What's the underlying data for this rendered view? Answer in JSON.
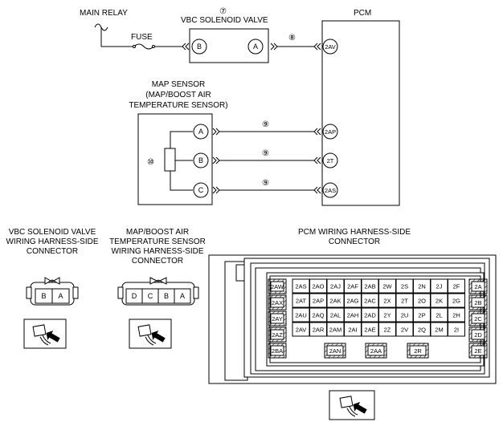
{
  "labels": {
    "main_relay": "MAIN RELAY",
    "fuse": "FUSE",
    "vbc_valve_title": "VBC SOLENOID VALVE",
    "pcm": "PCM",
    "map_sensor_line1": "MAP SENSOR",
    "map_sensor_line2": "(MAP/BOOST AIR",
    "map_sensor_line3": "TEMPERATURE SENSOR)",
    "vbc_conn_line1": "VBC SOLENOID VALVE",
    "vbc_conn_line2": "WIRING HARNESS-SIDE",
    "vbc_conn_line3": "CONNECTOR",
    "map_conn_line1": "MAP/BOOST AIR",
    "map_conn_line2": "TEMPERATURE SENSOR",
    "map_conn_line3": "WIRING HARNESS-SIDE",
    "map_conn_line4": "CONNECTOR",
    "pcm_conn_line1": "PCM WIRING HARNESS-SIDE",
    "pcm_conn_line2": "CONNECTOR"
  },
  "callouts": {
    "c7": "⑦",
    "c8": "⑧",
    "c9a": "⑨",
    "c9b": "⑨",
    "c9c": "⑨",
    "c10": "⑩"
  },
  "pins": {
    "vbc_b": "B",
    "vbc_a": "A",
    "pcm_2av": "2AV",
    "map_a": "A",
    "map_b": "B",
    "map_c": "C",
    "pcm_2ap": "2AP",
    "pcm_2t": "2T",
    "pcm_2as": "2AS"
  },
  "vbc_connector_pins": [
    "B",
    "A"
  ],
  "map_connector_pins": [
    "D",
    "C",
    "B",
    "A"
  ],
  "pcm_connector": {
    "left_column": [
      "2AW",
      "2AX",
      "2AY",
      "2AZ",
      "2BA"
    ],
    "right_column": [
      "2A",
      "2B",
      "2C",
      "2D",
      "2E"
    ],
    "rows": [
      [
        "2AS",
        "2AO",
        "2AJ",
        "2AF",
        "2AB",
        "2W",
        "2S",
        "2N",
        "2J",
        "2F"
      ],
      [
        "2AT",
        "2AP",
        "2AK",
        "2AG",
        "2AC",
        "2X",
        "2T",
        "2O",
        "2K",
        "2G"
      ],
      [
        "2AU",
        "2AQ",
        "2AL",
        "2AH",
        "2AD",
        "2Y",
        "2U",
        "2P",
        "2L",
        "2H"
      ],
      [
        "2AV",
        "2AR",
        "2AM",
        "2AI",
        "2AE",
        "2Z",
        "2V",
        "2Q",
        "2M",
        "2I"
      ]
    ],
    "bottom_row": [
      "2AN",
      "2AA",
      "2R"
    ]
  }
}
